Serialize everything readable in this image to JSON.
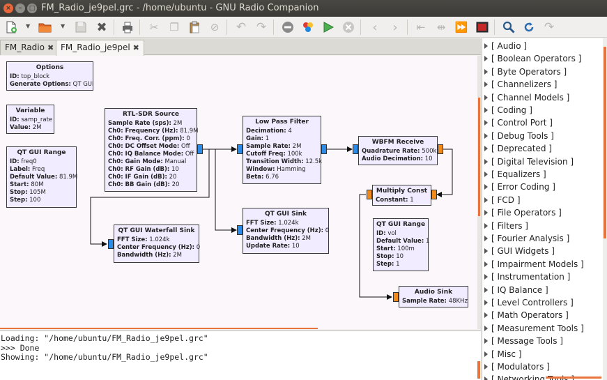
{
  "window": {
    "title": "FM_Radio_je9pel.grc - /home/ubuntu - GNU Radio Companion",
    "close_glyph": "×",
    "min_glyph": "–",
    "max_glyph": "□"
  },
  "toolbar": {
    "icons": [
      "new-icon",
      "open-icon",
      "save-icon",
      "close-icon",
      "print-icon",
      "cut-icon",
      "copy-icon",
      "paste-icon",
      "delete-icon",
      "undo-icon",
      "redo-icon",
      "disable-icon",
      "generate-icon",
      "execute-icon",
      "kill-icon",
      "rotate-left-icon",
      "rotate-right-icon",
      "bypass-icon",
      "parser-errors-icon",
      "find-icon",
      "reload-icon",
      "zoom-icon"
    ]
  },
  "tabs": [
    {
      "label": "FM_Radio",
      "close": "✖",
      "active": false
    },
    {
      "label": "FM_Radio_je9pel",
      "close": "✖",
      "active": true
    }
  ],
  "blocks": {
    "options": {
      "title": "Options",
      "params": [
        [
          "ID:",
          "top_block"
        ],
        [
          "Generate Options:",
          "QT GUI"
        ]
      ]
    },
    "variable": {
      "title": "Variable",
      "params": [
        [
          "ID:",
          "samp_rate"
        ],
        [
          "Value:",
          "2M"
        ]
      ]
    },
    "qt_gui_range_freq": {
      "title": "QT GUI Range",
      "params": [
        [
          "ID:",
          "freq0"
        ],
        [
          "Label:",
          "Freq"
        ],
        [
          "Default Value:",
          "81.9M"
        ],
        [
          "Start:",
          "80M"
        ],
        [
          "Stop:",
          "105M"
        ],
        [
          "Step:",
          "100"
        ]
      ]
    },
    "rtl_sdr_source": {
      "title": "RTL-SDR Source",
      "params": [
        [
          "Sample Rate (sps):",
          "2M"
        ],
        [
          "Ch0: Frequency (Hz):",
          "81.9M"
        ],
        [
          "Ch0: Freq. Corr. (ppm):",
          "0"
        ],
        [
          "Ch0: DC Offset Mode:",
          "Off"
        ],
        [
          "Ch0: IQ Balance Mode:",
          "Off"
        ],
        [
          "Ch0: Gain Mode:",
          "Manual"
        ],
        [
          "Ch0: RF Gain (dB):",
          "10"
        ],
        [
          "Ch0: IF Gain (dB):",
          "20"
        ],
        [
          "Ch0: BB Gain (dB):",
          "20"
        ]
      ]
    },
    "low_pass_filter": {
      "title": "Low Pass Filter",
      "params": [
        [
          "Decimation:",
          "4"
        ],
        [
          "Gain:",
          "1"
        ],
        [
          "Sample Rate:",
          "2M"
        ],
        [
          "Cutoff Freq:",
          "100k"
        ],
        [
          "Transition Width:",
          "12.5k"
        ],
        [
          "Window:",
          "Hamming"
        ],
        [
          "Beta:",
          "6.76"
        ]
      ]
    },
    "wbfm_receive": {
      "title": "WBFM Receive",
      "params": [
        [
          "Quadrature Rate:",
          "500k"
        ],
        [
          "Audio Decimation:",
          "10"
        ]
      ]
    },
    "multiply_const": {
      "title": "Multiply Const",
      "params": [
        [
          "Constant:",
          "1"
        ]
      ]
    },
    "qt_gui_range_vol": {
      "title": "QT GUI Range",
      "params": [
        [
          "ID:",
          "vol"
        ],
        [
          "Default Value:",
          "1"
        ],
        [
          "Start:",
          "100m"
        ],
        [
          "Stop:",
          "10"
        ],
        [
          "Step:",
          "1"
        ]
      ]
    },
    "qt_gui_sink": {
      "title": "QT GUI Sink",
      "params": [
        [
          "FFT Size:",
          "1.024k"
        ],
        [
          "Center Frequency (Hz):",
          "0"
        ],
        [
          "Bandwidth (Hz):",
          "2M"
        ],
        [
          "Update Rate:",
          "10"
        ]
      ]
    },
    "qt_gui_waterfall_sink": {
      "title": "QT GUI Waterfall Sink",
      "params": [
        [
          "FFT Size:",
          "1.024k"
        ],
        [
          "Center Frequency (Hz):",
          "0"
        ],
        [
          "Bandwidth (Hz):",
          "2M"
        ]
      ]
    },
    "audio_sink": {
      "title": "Audio Sink",
      "params": [
        [
          "Sample Rate:",
          "48KHz"
        ]
      ]
    }
  },
  "console": {
    "lines": [
      "Loading: \"/home/ubuntu/FM_Radio_je9pel.grc\"",
      ">>> Done",
      "",
      "Showing: \"/home/ubuntu/FM_Radio_je9pel.grc\""
    ]
  },
  "block_tree": {
    "categories": [
      "[ Audio ]",
      "[ Boolean Operators ]",
      "[ Byte Operators ]",
      "[ Channelizers ]",
      "[ Channel Models ]",
      "[ Coding ]",
      "[ Control Port ]",
      "[ Debug Tools ]",
      "[ Deprecated ]",
      "[ Digital Television ]",
      "[ Equalizers ]",
      "[ Error Coding ]",
      "[ FCD ]",
      "[ File Operators ]",
      "[ Filters ]",
      "[ Fourier Analysis ]",
      "[ GUI Widgets ]",
      "[ Impairment Models ]",
      "[ Instrumentation ]",
      "[ IQ Balance ]",
      "[ Level Controllers ]",
      "[ Math Operators ]",
      "[ Measurement Tools ]",
      "[ Message Tools ]",
      "[ Misc ]",
      "[ Modulators ]",
      "[ Networking Tools ]"
    ]
  },
  "colors": {
    "block_fill": "#f1ecff",
    "port_complex": "#2c8be8",
    "port_float": "#f08a1a",
    "canvas_bg": "#fbf7fb",
    "accent_scroll": "#e8743b"
  }
}
